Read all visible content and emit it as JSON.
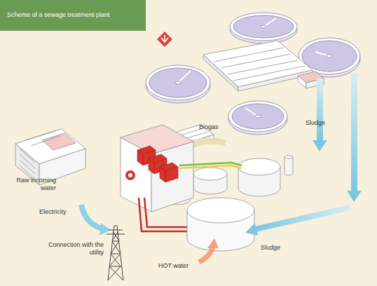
{
  "diagram": {
    "title": "Scheme of a sewage treatment plant",
    "labels": [
      "Raw incoming water",
      "Biogas",
      "Sludge",
      "Electricity",
      "Connection with the utility",
      "Sludge",
      "HOT water"
    ]
  }
}
